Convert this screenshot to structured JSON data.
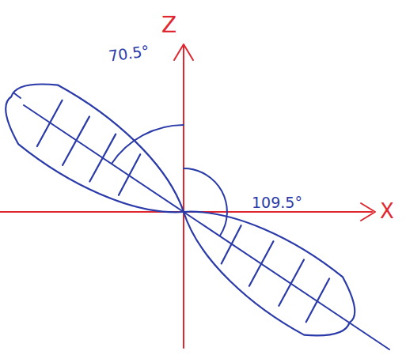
{
  "diagram": {
    "labels": [
      "Z",
      "X",
      "70.5°",
      "109.5°"
    ]
  }
}
